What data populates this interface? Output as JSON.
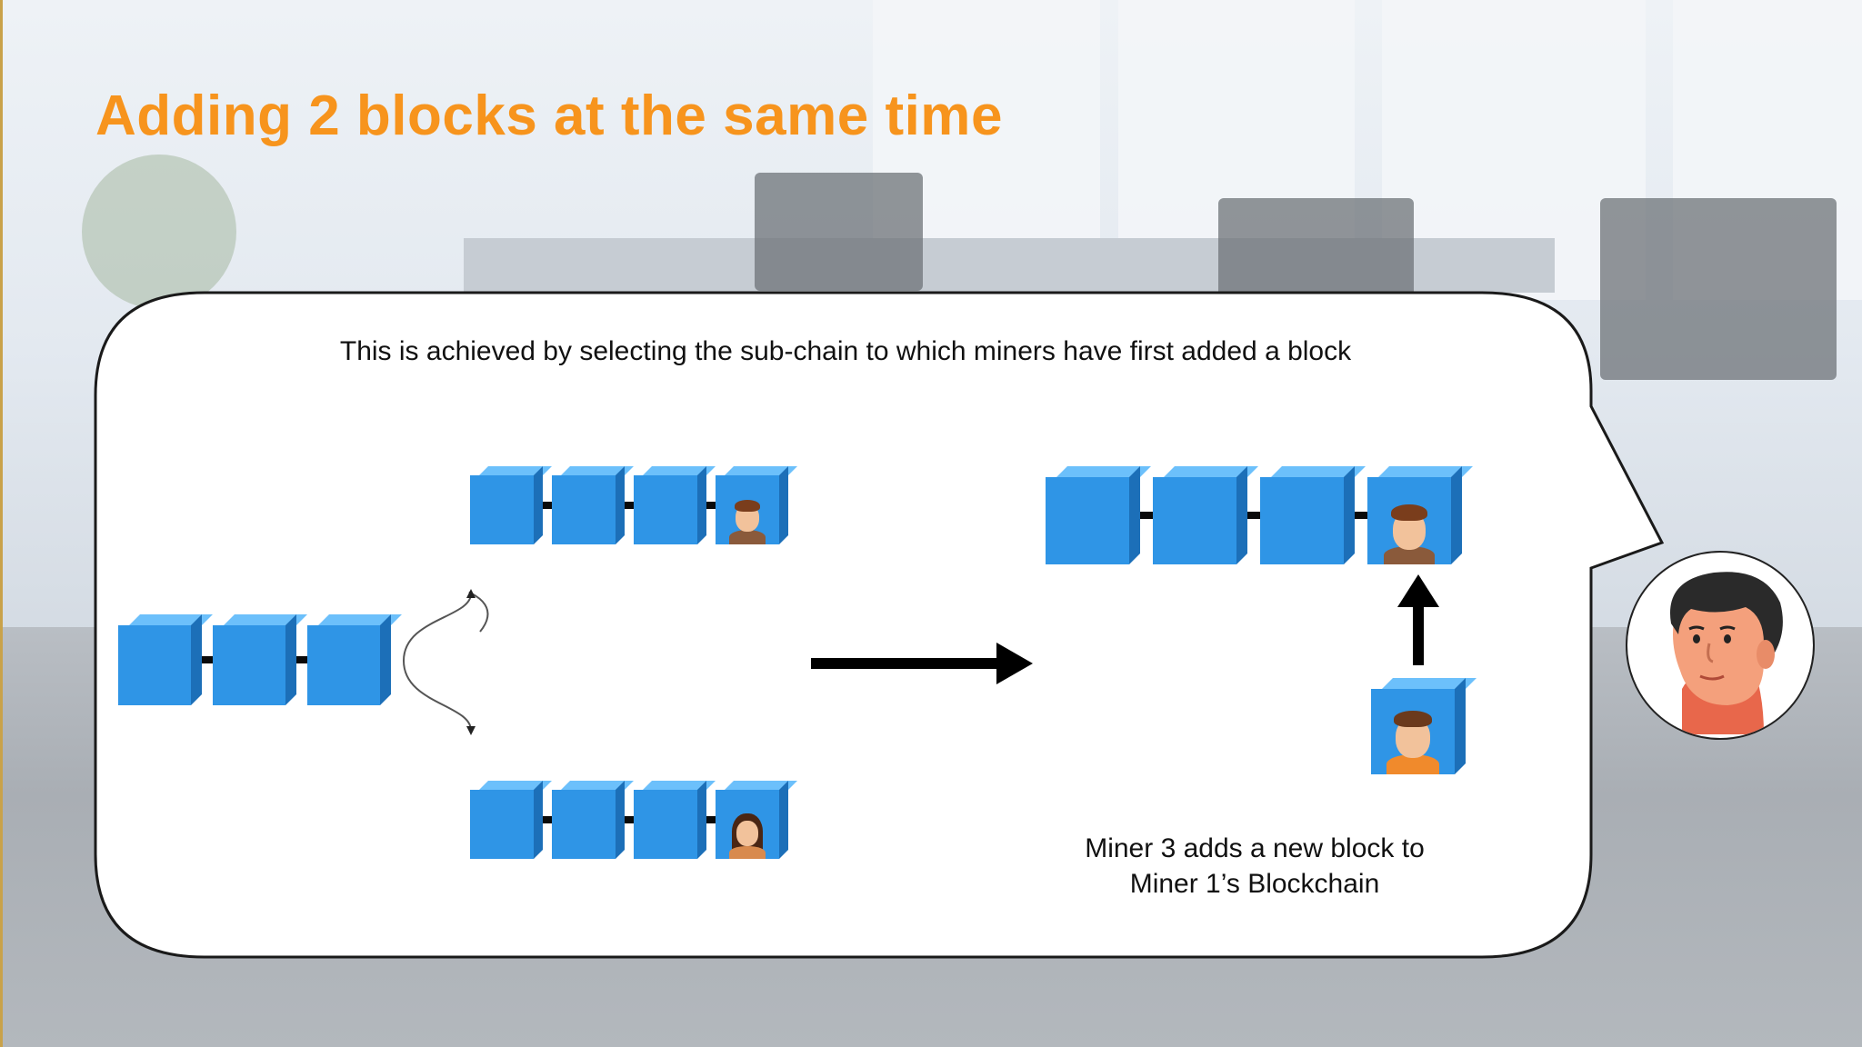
{
  "slide": {
    "title": "Adding 2 blocks at the same time",
    "caption": "This is achieved by selecting the sub-chain to which miners have first added a block",
    "note_line1": "Miner 3 adds a new block to",
    "note_line2": "Miner 1’s Blockchain"
  },
  "colors": {
    "title": "#f7941d",
    "cube_front": "#2f95e6",
    "cube_top": "#6cc0fb",
    "cube_side": "#1c6fb8",
    "link": "#0a0a0a"
  },
  "diagram": {
    "base_chain_blocks": 3,
    "fork_top_chain": {
      "plain_blocks": 3,
      "miner_block": "miner-1"
    },
    "fork_bottom_chain": {
      "plain_blocks": 3,
      "miner_block": "miner-2"
    },
    "result_chain": {
      "plain_blocks": 3,
      "miner_block": "miner-1"
    },
    "incoming_block": "miner-3"
  }
}
